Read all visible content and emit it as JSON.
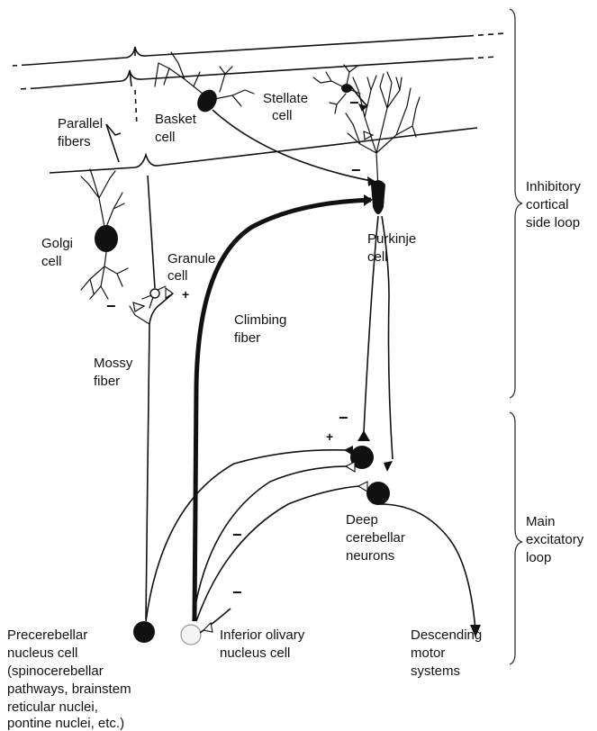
{
  "labels": {
    "parallel_fibers": [
      "Parallel",
      "fibers"
    ],
    "basket_cell": [
      "Basket",
      "cell"
    ],
    "stellate_cell": [
      "Stellate",
      "cell"
    ],
    "golgi_cell": [
      "Golgi",
      "cell"
    ],
    "granule_cell": [
      "Granule",
      "cell"
    ],
    "purkinje_cell": [
      "Purkinje",
      "cell"
    ],
    "climbing_fiber": [
      "Climbing",
      "fiber"
    ],
    "mossy_fiber": [
      "Mossy",
      "fiber"
    ],
    "deep_cerebellar_neurons": [
      "Deep",
      "cerebellar",
      "neurons"
    ],
    "precerebellar_nucleus_cell": [
      "Precerebellar",
      "nucleus cell",
      "(spinocerebellar",
      "pathways, brainstem",
      "reticular nuclei,",
      "pontine nuclei, etc.)"
    ],
    "inferior_olivary_nucleus_cell": [
      "Inferior olivary",
      "nucleus cell"
    ],
    "descending_motor_systems": [
      "Descending",
      "motor",
      "systems"
    ],
    "inhibitory_loop": [
      "Inhibitory",
      "cortical",
      "side loop"
    ],
    "excitatory_loop": [
      "Main",
      "excitatory",
      "loop"
    ]
  },
  "signs": {
    "plus": "+",
    "minus": "−"
  }
}
